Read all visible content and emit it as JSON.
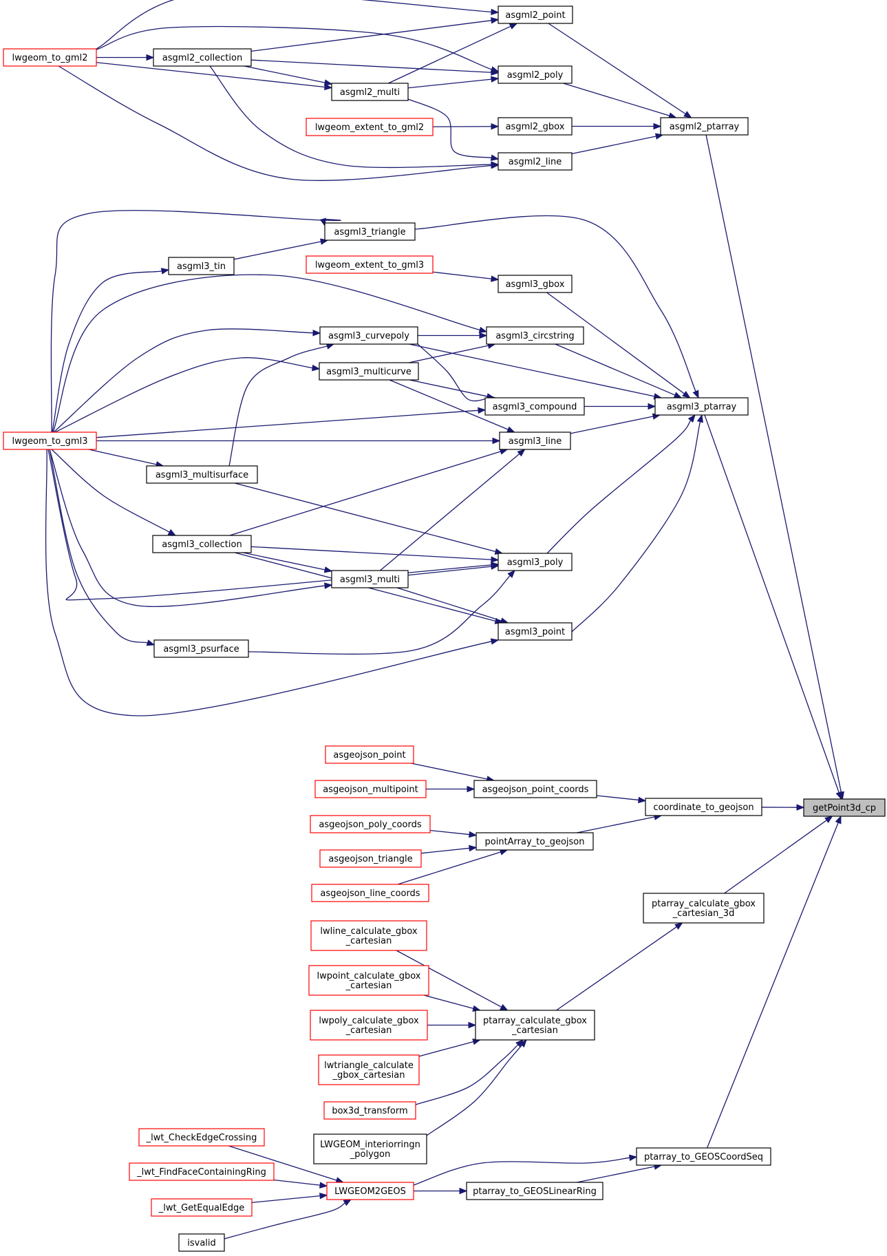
{
  "colors": {
    "edge": "#191970",
    "link_border": "#000000",
    "truncated_border": "#ff0000",
    "root_fill": "#bfbfbf"
  },
  "nodes": [
    {
      "id": "getPoint3d_cp",
      "label": [
        "getPoint3d_cp"
      ],
      "style": "root"
    },
    {
      "id": "asgml2_ptarray",
      "label": [
        "asgml2_ptarray"
      ],
      "style": "normal"
    },
    {
      "id": "asgml2_point",
      "label": [
        "asgml2_point"
      ],
      "style": "normal"
    },
    {
      "id": "asgml2_poly",
      "label": [
        "asgml2_poly"
      ],
      "style": "normal"
    },
    {
      "id": "asgml2_gbox",
      "label": [
        "asgml2_gbox"
      ],
      "style": "normal"
    },
    {
      "id": "asgml2_line",
      "label": [
        "asgml2_line"
      ],
      "style": "normal"
    },
    {
      "id": "asgml2_collection",
      "label": [
        "asgml2_collection"
      ],
      "style": "normal"
    },
    {
      "id": "asgml2_multi",
      "label": [
        "asgml2_multi"
      ],
      "style": "normal"
    },
    {
      "id": "lwgeom_to_gml2",
      "label": [
        "lwgeom_to_gml2"
      ],
      "style": "red"
    },
    {
      "id": "lwgeom_extent_to_gml2",
      "label": [
        "lwgeom_extent_to_gml2"
      ],
      "style": "red"
    },
    {
      "id": "asgml3_ptarray",
      "label": [
        "asgml3_ptarray"
      ],
      "style": "normal"
    },
    {
      "id": "asgml3_triangle",
      "label": [
        "asgml3_triangle"
      ],
      "style": "normal"
    },
    {
      "id": "asgml3_tin",
      "label": [
        "asgml3_tin"
      ],
      "style": "normal"
    },
    {
      "id": "lwgeom_extent_to_gml3",
      "label": [
        "lwgeom_extent_to_gml3"
      ],
      "style": "red"
    },
    {
      "id": "asgml3_gbox",
      "label": [
        "asgml3_gbox"
      ],
      "style": "normal"
    },
    {
      "id": "asgml3_curvepoly",
      "label": [
        "asgml3_curvepoly"
      ],
      "style": "normal"
    },
    {
      "id": "asgml3_circstring",
      "label": [
        "asgml3_circstring"
      ],
      "style": "normal"
    },
    {
      "id": "asgml3_multicurve",
      "label": [
        "asgml3_multicurve"
      ],
      "style": "normal"
    },
    {
      "id": "asgml3_compound",
      "label": [
        "asgml3_compound"
      ],
      "style": "normal"
    },
    {
      "id": "lwgeom_to_gml3",
      "label": [
        "lwgeom_to_gml3"
      ],
      "style": "red"
    },
    {
      "id": "asgml3_line",
      "label": [
        "asgml3_line"
      ],
      "style": "normal"
    },
    {
      "id": "asgml3_multisurface",
      "label": [
        "asgml3_multisurface"
      ],
      "style": "normal"
    },
    {
      "id": "asgml3_collection",
      "label": [
        "asgml3_collection"
      ],
      "style": "normal"
    },
    {
      "id": "asgml3_poly",
      "label": [
        "asgml3_poly"
      ],
      "style": "normal"
    },
    {
      "id": "asgml3_multi",
      "label": [
        "asgml3_multi"
      ],
      "style": "normal"
    },
    {
      "id": "asgml3_point",
      "label": [
        "asgml3_point"
      ],
      "style": "normal"
    },
    {
      "id": "asgml3_psurface",
      "label": [
        "asgml3_psurface"
      ],
      "style": "normal"
    },
    {
      "id": "asgeojson_point",
      "label": [
        "asgeojson_point"
      ],
      "style": "red"
    },
    {
      "id": "asgeojson_multipoint",
      "label": [
        "asgeojson_multipoint"
      ],
      "style": "red"
    },
    {
      "id": "asgeojson_point_coords",
      "label": [
        "asgeojson_point_coords"
      ],
      "style": "normal"
    },
    {
      "id": "coordinate_to_geojson",
      "label": [
        "coordinate_to_geojson"
      ],
      "style": "normal"
    },
    {
      "id": "asgeojson_poly_coords",
      "label": [
        "asgeojson_poly_coords"
      ],
      "style": "red"
    },
    {
      "id": "pointArray_to_geojson",
      "label": [
        "pointArray_to_geojson"
      ],
      "style": "normal"
    },
    {
      "id": "asgeojson_triangle",
      "label": [
        "asgeojson_triangle"
      ],
      "style": "red"
    },
    {
      "id": "asgeojson_line_coords",
      "label": [
        "asgeojson_line_coords"
      ],
      "style": "red"
    },
    {
      "id": "ptarray_calculate_gbox_cartesian_3d",
      "label": [
        "ptarray_calculate_gbox",
        "_cartesian_3d"
      ],
      "style": "normal"
    },
    {
      "id": "lwline_calculate_gbox_cartesian",
      "label": [
        "lwline_calculate_gbox",
        "_cartesian"
      ],
      "style": "red"
    },
    {
      "id": "lwpoint_calculate_gbox_cartesian",
      "label": [
        "lwpoint_calculate_gbox",
        "_cartesian"
      ],
      "style": "red"
    },
    {
      "id": "lwpoly_calculate_gbox_cartesian",
      "label": [
        "lwpoly_calculate_gbox",
        "_cartesian"
      ],
      "style": "red"
    },
    {
      "id": "ptarray_calculate_gbox_cartesian",
      "label": [
        "ptarray_calculate_gbox",
        "_cartesian"
      ],
      "style": "normal"
    },
    {
      "id": "lwtriangle_calculate_gbox_cartesian",
      "label": [
        "lwtriangle_calculate",
        "_gbox_cartesian"
      ],
      "style": "red"
    },
    {
      "id": "box3d_transform",
      "label": [
        "box3d_transform"
      ],
      "style": "red"
    },
    {
      "id": "LWGEOM_interiorringn_polygon",
      "label": [
        "LWGEOM_interiorringn",
        "_polygon"
      ],
      "style": "normal"
    },
    {
      "id": "_lwt_CheckEdgeCrossing",
      "label": [
        "_lwt_CheckEdgeCrossing"
      ],
      "style": "red"
    },
    {
      "id": "ptarray_to_GEOSCoordSeq",
      "label": [
        "ptarray_to_GEOSCoordSeq"
      ],
      "style": "normal"
    },
    {
      "id": "_lwt_FindFaceContainingRing",
      "label": [
        "_lwt_FindFaceContainingRing"
      ],
      "style": "red"
    },
    {
      "id": "LWGEOM2GEOS",
      "label": [
        "LWGEOM2GEOS"
      ],
      "style": "red"
    },
    {
      "id": "ptarray_to_GEOSLinearRing",
      "label": [
        "ptarray_to_GEOSLinearRing"
      ],
      "style": "normal"
    },
    {
      "id": "_lwt_GetEqualEdge",
      "label": [
        "_lwt_GetEqualEdge"
      ],
      "style": "red"
    },
    {
      "id": "isvalid",
      "label": [
        "isvalid"
      ],
      "style": "normal"
    }
  ],
  "edges": [
    [
      "asgml2_ptarray",
      "getPoint3d_cp"
    ],
    [
      "asgml2_point",
      "asgml2_ptarray"
    ],
    [
      "asgml2_poly",
      "asgml2_ptarray"
    ],
    [
      "asgml2_gbox",
      "asgml2_ptarray"
    ],
    [
      "asgml2_line",
      "asgml2_ptarray"
    ],
    [
      "lwgeom_to_gml2",
      "asgml2_point"
    ],
    [
      "asgml2_collection",
      "asgml2_point"
    ],
    [
      "asgml2_multi",
      "asgml2_point"
    ],
    [
      "lwgeom_to_gml2",
      "asgml2_poly"
    ],
    [
      "asgml2_collection",
      "asgml2_poly"
    ],
    [
      "asgml2_multi",
      "asgml2_poly"
    ],
    [
      "lwgeom_extent_to_gml2",
      "asgml2_gbox"
    ],
    [
      "lwgeom_to_gml2",
      "asgml2_line"
    ],
    [
      "asgml2_collection",
      "asgml2_line"
    ],
    [
      "asgml2_multi",
      "asgml2_line"
    ],
    [
      "lwgeom_to_gml2",
      "asgml2_collection"
    ],
    [
      "lwgeom_to_gml2",
      "asgml2_multi"
    ],
    [
      "asgml2_collection",
      "asgml2_multi"
    ],
    [
      "asgml3_ptarray",
      "getPoint3d_cp"
    ],
    [
      "asgml3_triangle",
      "asgml3_ptarray"
    ],
    [
      "asgml3_gbox",
      "asgml3_ptarray"
    ],
    [
      "asgml3_circstring",
      "asgml3_ptarray"
    ],
    [
      "asgml3_curvepoly",
      "asgml3_ptarray"
    ],
    [
      "asgml3_compound",
      "asgml3_ptarray"
    ],
    [
      "asgml3_line",
      "asgml3_ptarray"
    ],
    [
      "asgml3_poly",
      "asgml3_ptarray"
    ],
    [
      "asgml3_point",
      "asgml3_ptarray"
    ],
    [
      "lwgeom_to_gml3",
      "asgml3_triangle"
    ],
    [
      "asgml3_tin",
      "asgml3_triangle"
    ],
    [
      "lwgeom_to_gml3",
      "asgml3_tin"
    ],
    [
      "lwgeom_extent_to_gml3",
      "asgml3_gbox"
    ],
    [
      "lwgeom_to_gml3",
      "asgml3_circstring"
    ],
    [
      "asgml3_curvepoly",
      "asgml3_circstring"
    ],
    [
      "asgml3_multicurve",
      "asgml3_circstring"
    ],
    [
      "lwgeom_to_gml3",
      "asgml3_curvepoly"
    ],
    [
      "asgml3_multisurface",
      "asgml3_curvepoly"
    ],
    [
      "lwgeom_to_gml3",
      "asgml3_multicurve"
    ],
    [
      "lwgeom_to_gml3",
      "asgml3_compound"
    ],
    [
      "asgml3_curvepoly",
      "asgml3_compound"
    ],
    [
      "asgml3_multicurve",
      "asgml3_compound"
    ],
    [
      "lwgeom_to_gml3",
      "asgml3_line"
    ],
    [
      "asgml3_multicurve",
      "asgml3_line"
    ],
    [
      "asgml3_collection",
      "asgml3_line"
    ],
    [
      "asgml3_multi",
      "asgml3_line"
    ],
    [
      "lwgeom_to_gml3",
      "asgml3_multisurface"
    ],
    [
      "lwgeom_to_gml3",
      "asgml3_collection"
    ],
    [
      "asgml3_multisurface",
      "asgml3_poly"
    ],
    [
      "asgml3_collection",
      "asgml3_poly"
    ],
    [
      "asgml3_multi",
      "asgml3_poly"
    ],
    [
      "asgml3_psurface",
      "asgml3_poly"
    ],
    [
      "lwgeom_to_gml3",
      "asgml3_poly"
    ],
    [
      "lwgeom_to_gml3",
      "asgml3_multi"
    ],
    [
      "asgml3_collection",
      "asgml3_multi"
    ],
    [
      "asgml3_collection",
      "asgml3_point"
    ],
    [
      "asgml3_multi",
      "asgml3_point"
    ],
    [
      "lwgeom_to_gml3",
      "asgml3_point"
    ],
    [
      "lwgeom_to_gml3",
      "asgml3_psurface"
    ],
    [
      "coordinate_to_geojson",
      "getPoint3d_cp"
    ],
    [
      "asgeojson_point_coords",
      "coordinate_to_geojson"
    ],
    [
      "pointArray_to_geojson",
      "coordinate_to_geojson"
    ],
    [
      "asgeojson_point",
      "asgeojson_point_coords"
    ],
    [
      "asgeojson_multipoint",
      "asgeojson_point_coords"
    ],
    [
      "asgeojson_poly_coords",
      "pointArray_to_geojson"
    ],
    [
      "asgeojson_triangle",
      "pointArray_to_geojson"
    ],
    [
      "asgeojson_line_coords",
      "pointArray_to_geojson"
    ],
    [
      "ptarray_calculate_gbox_cartesian_3d",
      "getPoint3d_cp"
    ],
    [
      "ptarray_calculate_gbox_cartesian",
      "ptarray_calculate_gbox_cartesian_3d"
    ],
    [
      "lwline_calculate_gbox_cartesian",
      "ptarray_calculate_gbox_cartesian"
    ],
    [
      "lwpoint_calculate_gbox_cartesian",
      "ptarray_calculate_gbox_cartesian"
    ],
    [
      "lwpoly_calculate_gbox_cartesian",
      "ptarray_calculate_gbox_cartesian"
    ],
    [
      "lwtriangle_calculate_gbox_cartesian",
      "ptarray_calculate_gbox_cartesian"
    ],
    [
      "box3d_transform",
      "ptarray_calculate_gbox_cartesian"
    ],
    [
      "LWGEOM_interiorringn_polygon",
      "ptarray_calculate_gbox_cartesian"
    ],
    [
      "ptarray_to_GEOSCoordSeq",
      "getPoint3d_cp"
    ],
    [
      "LWGEOM2GEOS",
      "ptarray_to_GEOSCoordSeq"
    ],
    [
      "ptarray_to_GEOSLinearRing",
      "ptarray_to_GEOSCoordSeq"
    ],
    [
      "LWGEOM2GEOS",
      "ptarray_to_GEOSLinearRing"
    ],
    [
      "_lwt_CheckEdgeCrossing",
      "LWGEOM2GEOS"
    ],
    [
      "_lwt_FindFaceContainingRing",
      "LWGEOM2GEOS"
    ],
    [
      "_lwt_GetEqualEdge",
      "LWGEOM2GEOS"
    ],
    [
      "isvalid",
      "LWGEOM2GEOS"
    ]
  ]
}
